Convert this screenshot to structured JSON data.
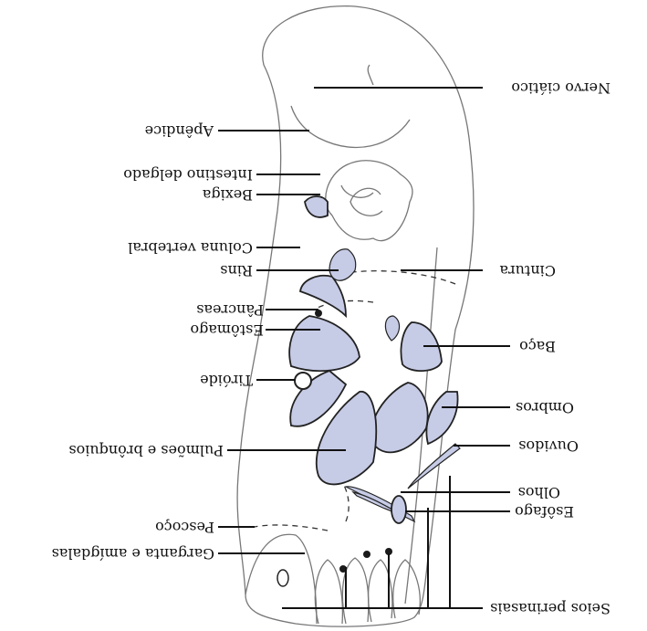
{
  "colors": {
    "organ_fill": "#c6cbe6",
    "stroke": "#222222",
    "background": "#ffffff"
  },
  "orientation": "rotated-180",
  "labels": {
    "nervo_ciatico": "Nervo ciático",
    "apendice": "Apêndice",
    "intestino_delgado": "Intestino delgado",
    "bexiga": "Bexiga",
    "coluna_vertebral": "Coluna vertebral",
    "rins": "Rins",
    "cintura": "Cintura",
    "pancreas": "Pâncreas",
    "estomago": "Estômago",
    "baco": "Baço",
    "tiroide": "Tiróide",
    "ombros": "Ombros",
    "pulmoes_e_bronquios": "Pulmões e brônquios",
    "ouvidos": "Ouvidos",
    "olhos": "Olhos",
    "esofago": "Esôfago",
    "pescoco": "Pescoço",
    "garganta_e_amigdalas": "Garganta e amígdalas",
    "seios_perinasais": "Seios perinasais"
  }
}
